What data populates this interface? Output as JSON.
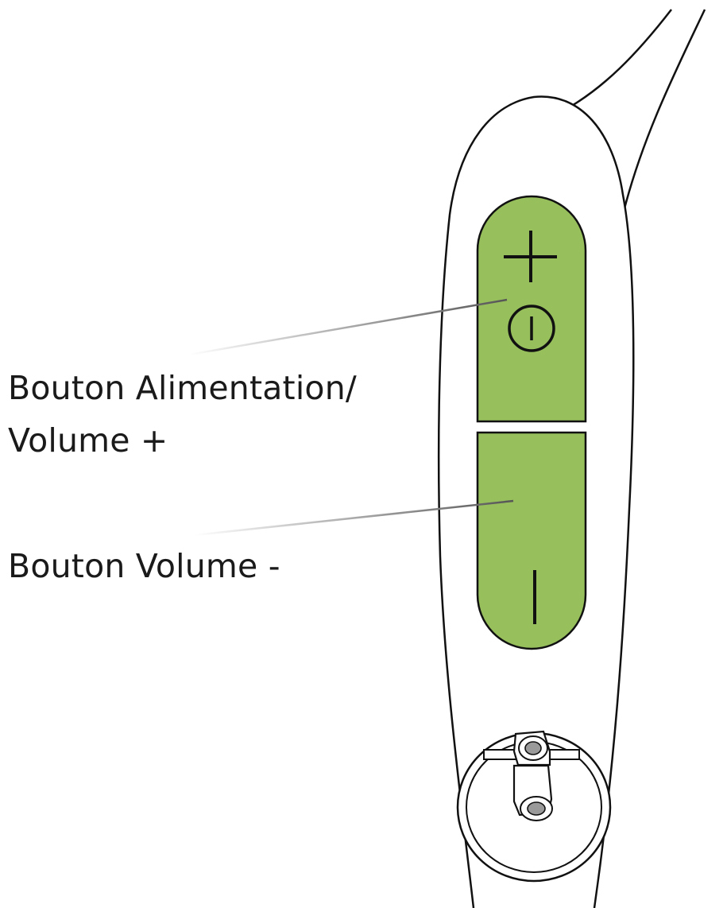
{
  "labels": {
    "power_volume_up_line1": "Bouton Alimentation/",
    "power_volume_up_line2": "Volume +",
    "volume_down": "Bouton Volume -"
  },
  "colors": {
    "button_green": "#97c05c",
    "outline": "#111111",
    "background": "#ffffff",
    "connector_gray": "#9a9a9a"
  },
  "icons": {
    "upper_button": [
      "plus-icon",
      "power-icon"
    ],
    "lower_button": [
      "minus-icon"
    ],
    "connector": "charging-connector-icon"
  }
}
